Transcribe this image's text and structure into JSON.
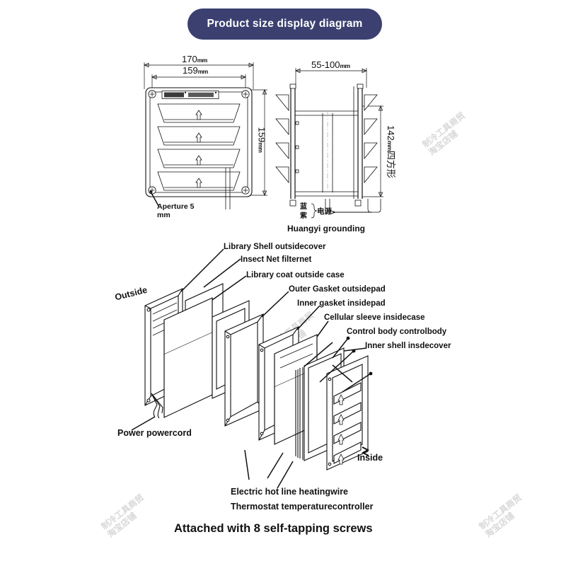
{
  "header": {
    "title": "Product size display diagram",
    "accent_color": "#3b4070"
  },
  "front_view": {
    "width_outer": "170",
    "width_outer_unit": "mm",
    "width_inner": "159",
    "width_inner_unit": "mm",
    "height": "159",
    "height_unit": "mm",
    "aperture_note_line1": "Aperture 5",
    "aperture_note_line2": "mm",
    "louver_count": 4
  },
  "side_view": {
    "depth_range": "55-100",
    "depth_unit": "mm",
    "height": "142",
    "height_unit": "mm",
    "height_suffix": "四方形",
    "wire_color_1": "蓝",
    "wire_color_2": "紫",
    "wire_bracket_label": "电源",
    "grounding_label": "Huangyi grounding"
  },
  "exploded": {
    "orientation_outside": "Outside",
    "orientation_inside": "Inside",
    "callouts_top": [
      "Library Shell outsidecover",
      "Insect Net filternet",
      "Library coat outside case",
      "Outer Gasket outsidepad",
      "Inner gasket insidepad",
      "Cellular sleeve insidecase",
      "Control body controlbody",
      "Inner shell insdecover"
    ],
    "callout_left": "Power powercord",
    "callouts_bottom": [
      "Electric hot line heatingwire",
      "Thermostat temperaturecontroller"
    ]
  },
  "footer": {
    "note": "Attached with 8 self-tapping screws"
  },
  "watermark": {
    "line1": "制冷工具商贸",
    "line2": "淘宝店铺"
  }
}
